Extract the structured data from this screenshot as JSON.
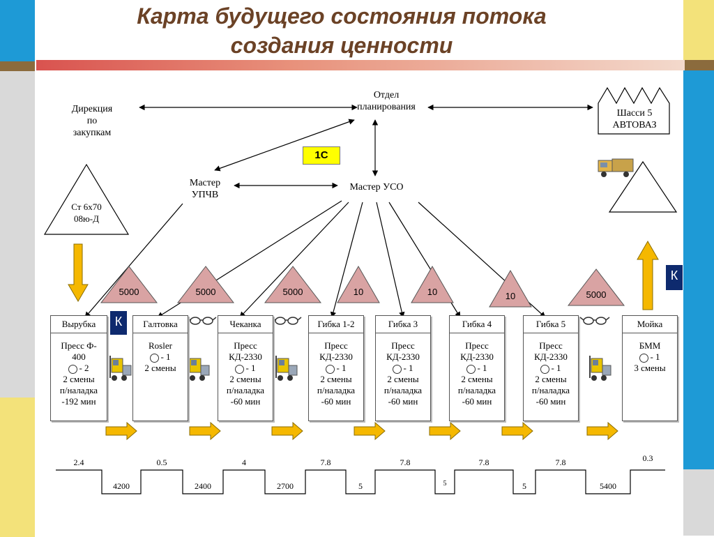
{
  "title": {
    "line1": "Карта будущего состояния потока",
    "line2": "создания ценности"
  },
  "colors": {
    "title": "#6b4226",
    "inventory_triangle": "#d9a3a3",
    "push_arrow": "#f5b800",
    "kanban": "#0e2a6e",
    "onec_badge": "#ffff00"
  },
  "nodes": {
    "procurement": "Дирекция\nпо\nзакупкам",
    "planning": "Отдел\nпланирования",
    "customer": "Шасси 5\nАВТОВАЗ",
    "master_upchv": "Мастер\nУПЧВ",
    "master_uso": "Мастер УСО",
    "onec": "1С",
    "supplier": "Ст 6х70\n08ю-Д"
  },
  "kanban_label": "К",
  "inventory": [
    "5000",
    "5000",
    "5000",
    "10",
    "10",
    "10",
    "5000"
  ],
  "processes": [
    {
      "name": "Вырубка",
      "equipment": "Пресс Ф-\n400",
      "operators": "- 2",
      "shifts": "2 смены",
      "setup": "п/наладка\n-192 мин"
    },
    {
      "name": "Галтовка",
      "equipment": "Rosler",
      "operators": "- 1",
      "shifts": "2 смены",
      "setup": ""
    },
    {
      "name": "Чеканка",
      "equipment": "Пресс\nКД-2330",
      "operators": "- 1",
      "shifts": "2 смены",
      "setup": "п/наладка\n-60 мин"
    },
    {
      "name": "Гибка 1-2",
      "equipment": "Пресс\nКД-2330",
      "operators": "- 1",
      "shifts": "2 смены",
      "setup": "п/наладка\n-60 мин"
    },
    {
      "name": "Гибка 3",
      "equipment": "Пресс\nКД-2330",
      "operators": "- 1",
      "shifts": "2 смены",
      "setup": "п/наладка\n-60 мин"
    },
    {
      "name": "Гибка 4",
      "equipment": "Пресс\nКД-2330",
      "operators": "- 1",
      "shifts": "2 смены",
      "setup": "п/наладка\n-60 мин"
    },
    {
      "name": "Гибка 5",
      "equipment": "Пресс\nКД-2330",
      "operators": "- 1",
      "shifts": "2 смены",
      "setup": "п/наладка\n-60 мин"
    },
    {
      "name": "Мойка",
      "equipment": "БММ",
      "operators": "- 1",
      "shifts": "3 смены",
      "setup": ""
    }
  ],
  "timeline": {
    "process_times": [
      "2.4",
      "0.5",
      "4",
      "7.8",
      "7.8",
      "7.8",
      "7.8",
      "0.3"
    ],
    "wait_times": [
      "4200",
      "2400",
      "2700",
      "5",
      "5",
      "5",
      "5400"
    ]
  }
}
